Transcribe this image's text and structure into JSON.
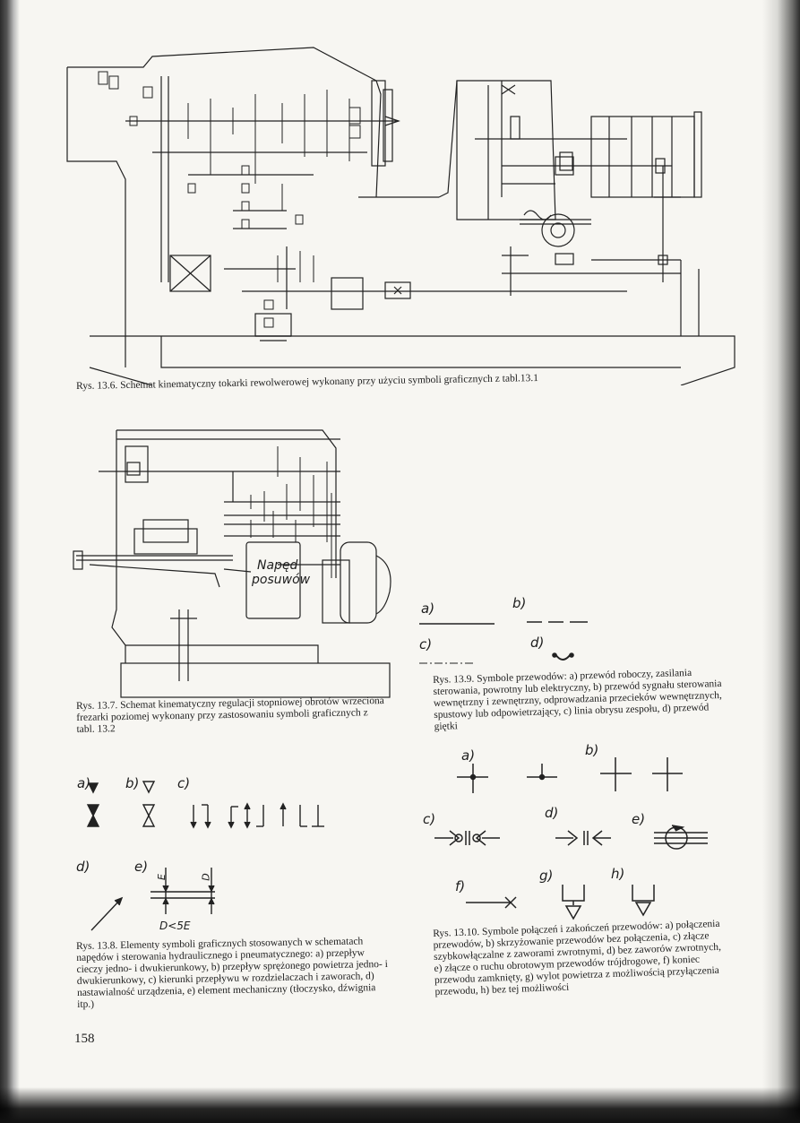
{
  "page": {
    "number": "158"
  },
  "figures": {
    "fig_13_6": {
      "caption": "Rys. 13.6. Schemat kinematyczny tokarki rewolwerowej wykonany przy użyciu symboli graficznych z tabl.13.1"
    },
    "fig_13_7": {
      "caption": "Rys. 13.7. Schemat kinematyczny regulacji stopniowej obrotów wrzeciona frezarki poziomej wykonany przy zastosowaniu symboli graficznych z tabl. 13.2",
      "label_naped": "Napęd",
      "label_posuwow": "posuwów"
    },
    "fig_13_8": {
      "caption": "Rys. 13.8. Elementy symboli graficznych stosowanych w schematach napędów i sterowania hydraulicznego i pneumatycznego: a) przepływ cieczy jedno- i dwukierunkowy, b) przepływ sprężonego powietrza jedno- i dwukierunkowy, c) kierunki przepływu w rozdzielaczach i zaworach, d) nastawialność urządzenia, e) element mechaniczny (tłoczysko, dźwignia itp.)",
      "labels": [
        "a)",
        "b)",
        "c)",
        "d)",
        "e)"
      ],
      "dim_e": "E",
      "dim_d": "D",
      "formula": "D<5E"
    },
    "fig_13_9": {
      "caption": "Rys. 13.9. Symbole przewodów: a) przewód roboczy, zasilania sterowania, powrotny lub elektryczny, b) przewód sygnału sterowania wewnętrzny i zewnętrzny, odprowadzania przecieków wewnętrznych, spustowy lub odpowietrzający, c) linia obrysu zespołu, d) przewód giętki",
      "labels": [
        "a)",
        "b)",
        "c)",
        "d)"
      ]
    },
    "fig_13_10": {
      "caption": "Rys. 13.10. Symbole połączeń i zakończeń przewodów: a) połączenia przewodów, b) skrzyżowanie przewodów bez połączenia, c) złącze szybkowłączalne z zaworami zwrotnymi, d) bez zaworów zwrotnych, e) złącze o ruchu obrotowym przewodów trójdrogowe, f) koniec przewodu zamknięty, g) wylot powietrza z możliwością przyłączenia przewodu, h) bez tej możliwości",
      "labels": [
        "a)",
        "b)",
        "c)",
        "d)",
        "e)",
        "f)",
        "g)",
        "h)"
      ]
    }
  }
}
